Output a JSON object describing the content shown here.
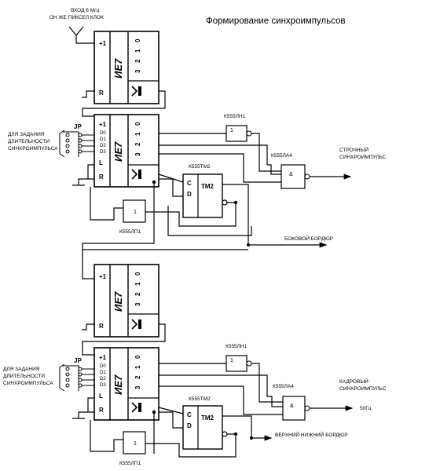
{
  "title": "Формирование синхроимпульсов",
  "input_label_line1": "ВХОД 6 Мгц",
  "input_label_line2": "ОН ЖЕ ПИКСЕЛ КЛОК",
  "counter_name": "ИЕ7",
  "counter_pins": {
    "plus1": "+1",
    "r": "R",
    "l": "L",
    "outs": [
      "0",
      "1",
      "2",
      "3"
    ],
    "ins": [
      "D0",
      "D1",
      "D2",
      "D3"
    ]
  },
  "jp_label": "JP",
  "set_duration_lines": [
    "ДЛЯ ЗАДАНИЯ",
    "ДЛИТЕЛЬНОСТИ",
    "СИНХРОИМПУЛЬСА"
  ],
  "inverter_chip_label": "К555ЛН1",
  "inverter_symbol": "1",
  "nand_chip_label": "К555ЛА4",
  "nand_symbol": "&",
  "flipflop_chip_label": "К555ТМ2",
  "flipflop_name": "ТМ2",
  "flipflop_pins": {
    "c": "C",
    "d": "D"
  },
  "xor_chip_label": "К555ЛП1",
  "xor_symbol": "1",
  "line_sync_lines": [
    "СТРОЧНЫЙ",
    "СИНХРОИМПУЛЬС"
  ],
  "side_border": "БОКОВОЙ БОРДЮР",
  "frame_sync_lines": [
    "КАДРОВЫЙ",
    "СИНХРОИМПУЛЬС"
  ],
  "frame_freq": "50Гц",
  "top_bottom_border": "ВЕРХНИЙ НИЖНИЙ БОРДЮР"
}
